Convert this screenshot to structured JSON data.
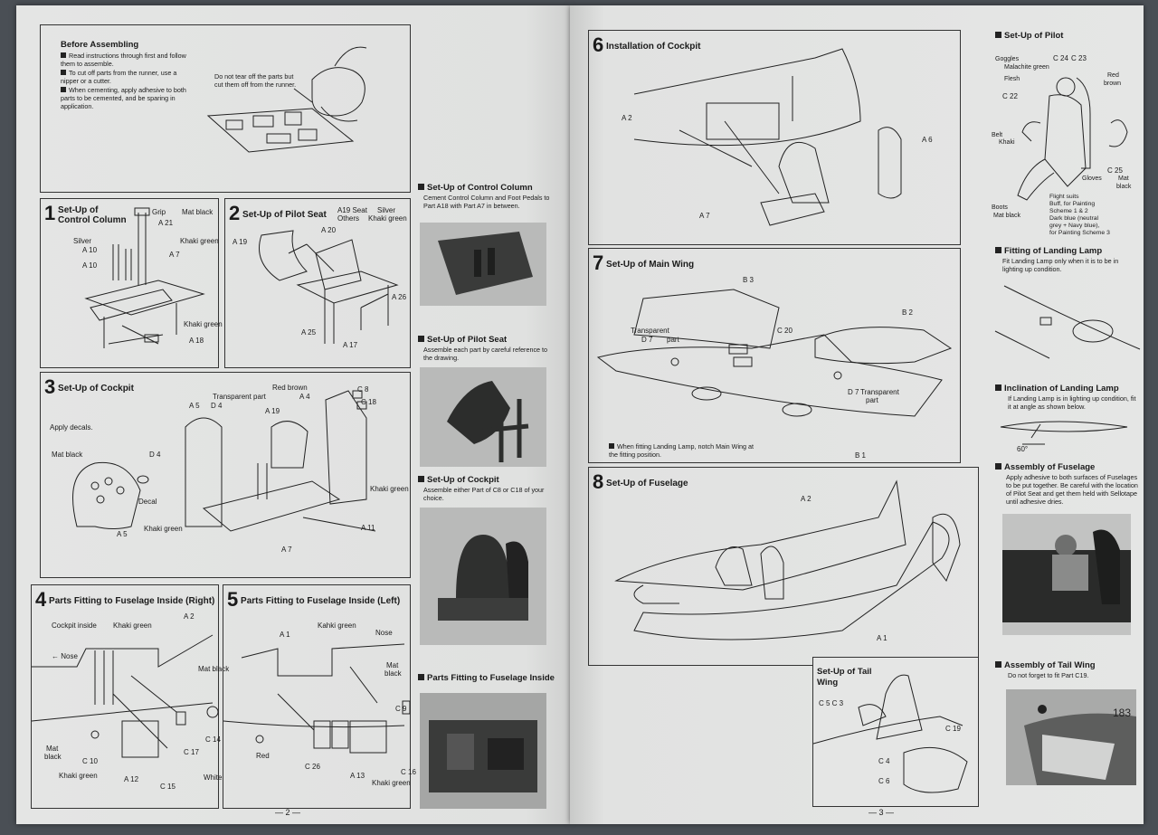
{
  "before": {
    "title": "Before Assembling",
    "items": [
      "Read instructions through first and follow them to assemble.",
      "To cut off parts from the runner, use a nipper or a cutter.",
      "When cementing, apply adhesive to both parts to be cemented, and be sparing in application."
    ],
    "note": "Do not tear off the parts but cut them off from the runner."
  },
  "steps": {
    "s1": {
      "num": "1",
      "title": "Set-Up of Control Column"
    },
    "s2": {
      "num": "2",
      "title": "Set-Up of Pilot Seat"
    },
    "s3": {
      "num": "3",
      "title": "Set-Up of Cockpit"
    },
    "s4": {
      "num": "4",
      "title": "Parts Fitting to Fuselage Inside (Right)"
    },
    "s5": {
      "num": "5",
      "title": "Parts Fitting to Fuselage Inside (Left)"
    },
    "s6": {
      "num": "6",
      "title": "Installation of Cockpit"
    },
    "s7": {
      "num": "7",
      "title": "Set-Up of Main Wing"
    },
    "s8": {
      "num": "8",
      "title": "Set-Up of Fuselage"
    },
    "tail": {
      "title": "Set-Up of Tail Wing"
    }
  },
  "labels": {
    "s1": {
      "grip": "Grip",
      "matblack": "Mat black",
      "a21": "A 21",
      "silver": "Silver",
      "a10a": "A 10",
      "a10b": "A 10",
      "khaki1": "Khaki green",
      "a7": "A 7",
      "khaki2": "Khaki green",
      "a18": "A 18"
    },
    "s2": {
      "a19seat": "A19 Seat",
      "silver": "Silver",
      "others": "Others",
      "khaki": "Khaki green",
      "a20": "A 20",
      "a19": "A 19",
      "a26": "A 26",
      "a25": "A 25",
      "a17": "A 17"
    },
    "s3": {
      "apply": "Apply decals.",
      "matblack": "Mat black",
      "d4a": "D 4",
      "a5a": "A 5",
      "d4b": "D 4",
      "transparent": "Transparent part",
      "a19": "A 19",
      "redbrown": "Red brown",
      "a4": "A 4",
      "c8": "C 8",
      "c18": "C 18",
      "decal": "Decal",
      "a5b": "A 5",
      "khaki1": "Khaki green",
      "khaki2": "Khaki green",
      "a7": "A 7",
      "a11": "A 11"
    },
    "s4": {
      "cockpit": "Cockpit inside",
      "khaki1": "Khaki green",
      "a2": "A 2",
      "nose": "Nose",
      "matblack1": "Mat black",
      "matblack2": "Mat",
      "black": "black",
      "c10": "C 10",
      "khaki2": "Khaki green",
      "a12": "A 12",
      "c17": "C 17",
      "c14": "C 14",
      "c15": "C 15",
      "white": "White"
    },
    "s5": {
      "kahki": "Kahki green",
      "a1": "A 1",
      "nose": "Nose",
      "mat": "Mat",
      "black": "black",
      "c9": "C 9",
      "red": "Red",
      "c26": "C 26",
      "a13": "A 13",
      "khaki": "Khaki green",
      "c16": "C 16"
    },
    "s6": {
      "a2": "A 2",
      "a6": "A 6",
      "a7": "A 7"
    },
    "s7": {
      "b3": "B 3",
      "transparent1": "Transparent",
      "d7a": "D 7",
      "part1": "part",
      "c20": "C 20",
      "b2": "B 2",
      "d7b": "D 7",
      "transparent2": "Transparent",
      "part2": "part",
      "b1": "B 1",
      "note": "When fitting Landing Lamp, notch Main Wing at the fitting position."
    },
    "s8": {
      "a2": "A 2",
      "a1": "A 1"
    },
    "tail": {
      "c5c3": "C 5  C 3",
      "c19": "C 19",
      "c4": "C 4",
      "c6": "C 6"
    }
  },
  "side": {
    "control": {
      "title": "Set-Up of Control Column",
      "text": "Cement Control Column and Foot Pedals to Part A18 with Part A7 in between."
    },
    "pilotseat": {
      "title": "Set-Up of Pilot Seat",
      "text": "Assemble each part by careful reference to the drawing."
    },
    "cockpit": {
      "title": "Set-Up of Cockpit",
      "text": "Assemble either Part of C8 or C18 of your choice."
    },
    "fuselage_inside": {
      "title": "Parts Fitting to Fuselage Inside"
    }
  },
  "right_side": {
    "pilot": {
      "title": "Set-Up of Pilot",
      "goggles": "Goggles",
      "malachite": "Malachite green",
      "c24": "C 24",
      "c23": "C 23",
      "red": "Red",
      "brown": "brown",
      "flesh": "Flesh",
      "c22": "C 22",
      "belt": "Belt",
      "khaki": "Khaki",
      "c25": "C 25",
      "gloves": "Gloves",
      "mat": "Mat",
      "black": "black",
      "boots": "Boots",
      "matblack": "Mat black",
      "flight1": "Flight suits",
      "flight2": "Buff, for Painting",
      "flight3": "Scheme 1 & 2",
      "flight4": "Dark blue (neutral",
      "flight5": "grey + Navy blue),",
      "flight6": "for Painting Scheme 3"
    },
    "landing": {
      "title": "Fitting of Landing Lamp",
      "text": "Fit Landing Lamp only when it is to be in lighting up condition."
    },
    "inclination": {
      "title": "Inclination of Landing Lamp",
      "text": "If Landing Lamp is in lighting up condition, fit it at angle as shown below.",
      "angle": "60°"
    },
    "fuselage": {
      "title": "Assembly of Fuselage",
      "text": "Apply adhesive to both surfaces of Fuselages to be put together. Be careful with the location of Pilot Seat and get them held with Sellotape until adhesive dries."
    },
    "tailwing": {
      "title": "Assembly of Tail Wing",
      "text": "Do not forget to fit Part C19.",
      "marking": "183"
    }
  },
  "pages": {
    "left": "— 2 —",
    "right": "— 3 —"
  }
}
